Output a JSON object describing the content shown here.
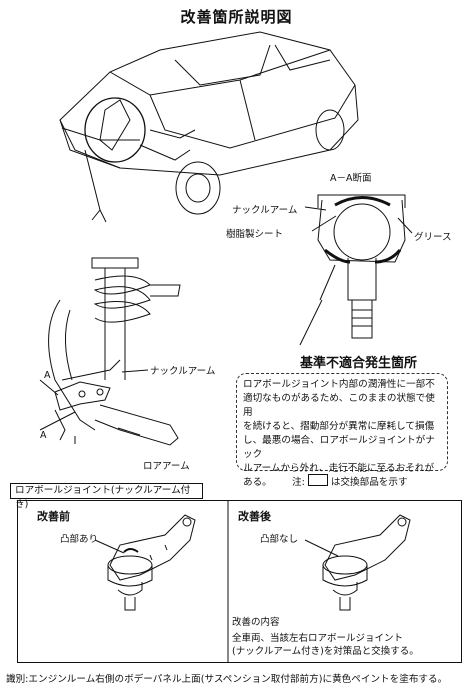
{
  "title": "改善箇所説明図",
  "labels": {
    "section": "A－A断面",
    "knuckle_top": "ナックルアーム",
    "resin_sheet": "樹脂製シート",
    "grease": "グリース",
    "defect_heading": "基準不適合発生箇所",
    "knuckle_mid": "ナックルアーム",
    "lower_arm": "ロアアーム",
    "section_a1": "A",
    "section_a2": "A"
  },
  "description": [
    "ロアボールジョイント内部の潤滑性に一部不",
    "適切なものがあるため、このままの状態で使用",
    "を続けると、摺動部分が異常に摩耗して損傷",
    "し、最悪の場合、ロアボールジョイントがナック",
    "ルアームから外れ、走行不能に至るおそれが",
    "ある。"
  ],
  "component_label": "ロアボールジョイント(ナックルアーム付き)",
  "legend": {
    "prefix": "注:",
    "suffix": "は交換部品を示す"
  },
  "before": {
    "heading": "改善前",
    "part": "凸部あり"
  },
  "after": {
    "heading": "改善後",
    "part": "凸部なし"
  },
  "improvement": {
    "heading": "改善の内容",
    "lines": [
      "全車両、当該左右ロアボールジョイント",
      "(ナックルアーム付き)を対策品と交換する。"
    ]
  },
  "footnote": "識別:エンジンルーム右側のボデーパネル上面(サスペンション取付部前方)に黄色ペイントを塗布する。"
}
